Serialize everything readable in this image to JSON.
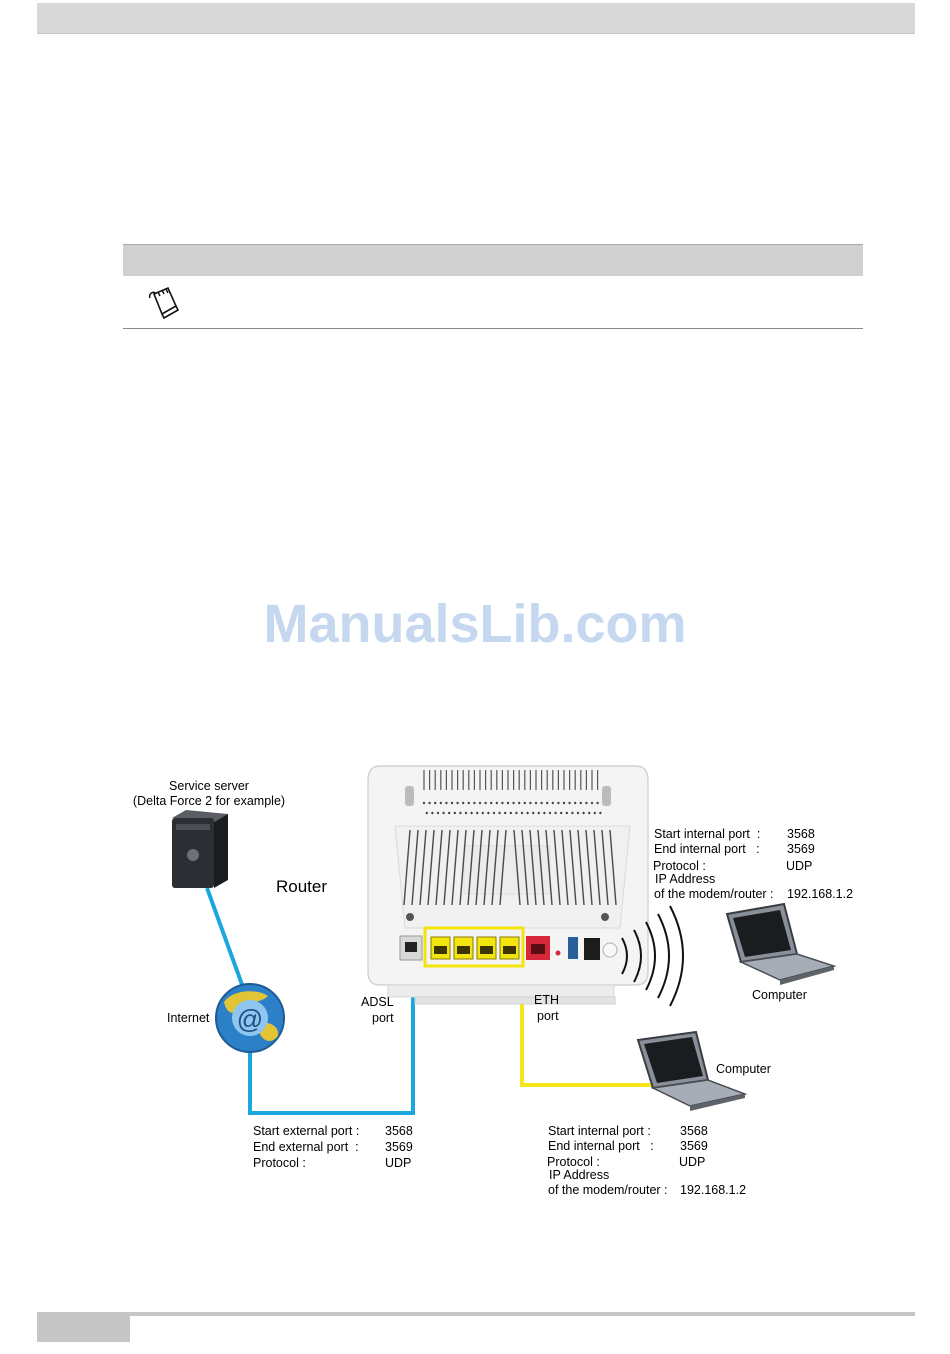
{
  "watermark": "ManualsLib.com",
  "diagram": {
    "router_title": "Router",
    "service_server": {
      "line1": "Service server",
      "line2": "(Delta Force 2 for example)"
    },
    "internet_label": "Internet",
    "adsl_port": {
      "line1": "ADSL",
      "line2": "port"
    },
    "eth_port": {
      "line1": "ETH",
      "line2": "port"
    },
    "computer_wifi_label": "Computer",
    "computer_wired_label": "Computer",
    "wifi_settings": {
      "start_label": "Start internal port  :",
      "start_value": "3568",
      "end_label": "End internal port   :",
      "end_value": "3569",
      "protocol_label": "Protocol :",
      "protocol_value": "UDP",
      "ip_label1": "IP Address",
      "ip_label2": "of the modem/router :",
      "ip_value": "192.168.1.2"
    },
    "external_settings": {
      "start_label": "Start external port :",
      "start_value": "3568",
      "end_label": "End external port  :",
      "end_value": "3569",
      "protocol_label": "Protocol :",
      "protocol_value": "UDP"
    },
    "wired_settings": {
      "start_label": "Start internal port :",
      "start_value": "3568",
      "end_label": "End internal port   :",
      "end_value": "3569",
      "protocol_label": "Protocol :",
      "protocol_value": "UDP",
      "ip_label1": "IP Address",
      "ip_label2": "of the modem/router :",
      "ip_value": "192.168.1.2"
    },
    "colors": {
      "wan_cable": "#1aa7de",
      "lan_cable": "#f5e61a",
      "eth_highlight": "#f2e40d",
      "red_port": "#d5283b"
    }
  }
}
